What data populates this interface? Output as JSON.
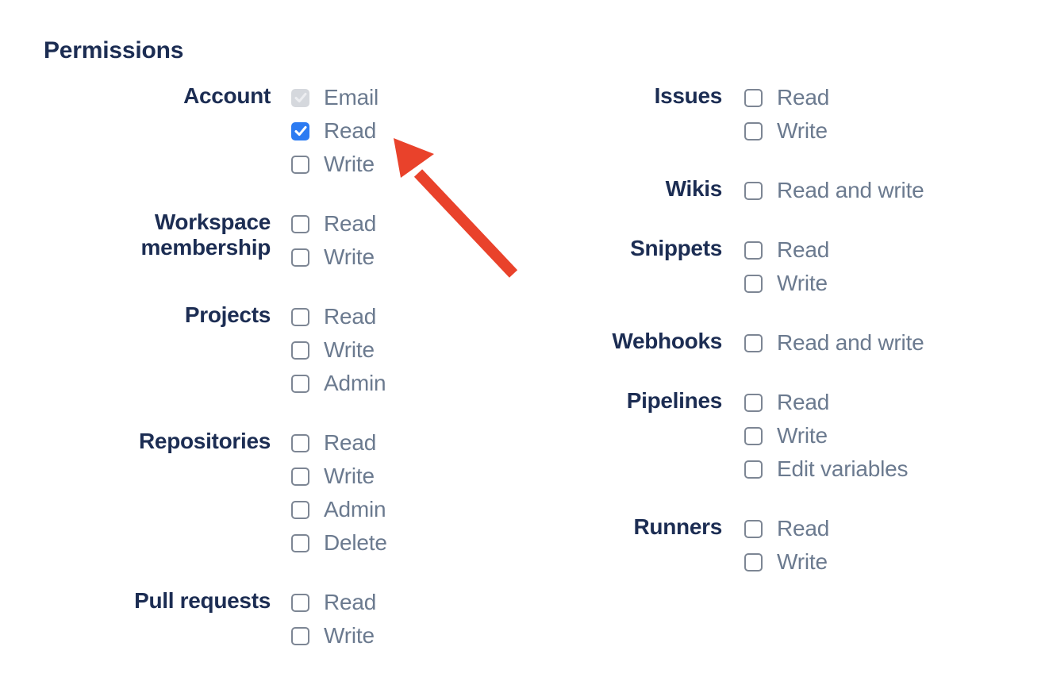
{
  "permissions": {
    "heading": "Permissions",
    "columns": [
      {
        "groups": [
          {
            "label": "Account",
            "options": [
              {
                "label": "Email",
                "state": "checked-disabled"
              },
              {
                "label": "Read",
                "state": "checked"
              },
              {
                "label": "Write",
                "state": "unchecked"
              }
            ]
          },
          {
            "label": "Workspace membership",
            "options": [
              {
                "label": "Read",
                "state": "unchecked"
              },
              {
                "label": "Write",
                "state": "unchecked"
              }
            ]
          },
          {
            "label": "Projects",
            "options": [
              {
                "label": "Read",
                "state": "unchecked"
              },
              {
                "label": "Write",
                "state": "unchecked"
              },
              {
                "label": "Admin",
                "state": "unchecked"
              }
            ]
          },
          {
            "label": "Repositories",
            "options": [
              {
                "label": "Read",
                "state": "unchecked"
              },
              {
                "label": "Write",
                "state": "unchecked"
              },
              {
                "label": "Admin",
                "state": "unchecked"
              },
              {
                "label": "Delete",
                "state": "unchecked"
              }
            ]
          },
          {
            "label": "Pull requests",
            "options": [
              {
                "label": "Read",
                "state": "unchecked"
              },
              {
                "label": "Write",
                "state": "unchecked"
              }
            ]
          }
        ]
      },
      {
        "groups": [
          {
            "label": "Issues",
            "options": [
              {
                "label": "Read",
                "state": "unchecked"
              },
              {
                "label": "Write",
                "state": "unchecked"
              }
            ]
          },
          {
            "label": "Wikis",
            "options": [
              {
                "label": "Read and write",
                "state": "unchecked"
              }
            ]
          },
          {
            "label": "Snippets",
            "options": [
              {
                "label": "Read",
                "state": "unchecked"
              },
              {
                "label": "Write",
                "state": "unchecked"
              }
            ]
          },
          {
            "label": "Webhooks",
            "options": [
              {
                "label": "Read and write",
                "state": "unchecked"
              }
            ]
          },
          {
            "label": "Pipelines",
            "options": [
              {
                "label": "Read",
                "state": "unchecked"
              },
              {
                "label": "Write",
                "state": "unchecked"
              },
              {
                "label": "Edit variables",
                "state": "unchecked"
              }
            ]
          },
          {
            "label": "Runners",
            "options": [
              {
                "label": "Read",
                "state": "unchecked"
              },
              {
                "label": "Write",
                "state": "unchecked"
              }
            ]
          }
        ]
      }
    ]
  },
  "annotation": {
    "type": "arrow",
    "color": "#E9422B"
  },
  "colors": {
    "heading_text": "#1C2D53",
    "option_text": "#6B7A8F",
    "checkbox_border": "#7D8694",
    "checkbox_checked": "#2C7BF2",
    "checkbox_disabled_bg": "#D5D8DD",
    "arrow_red": "#E9422B"
  }
}
